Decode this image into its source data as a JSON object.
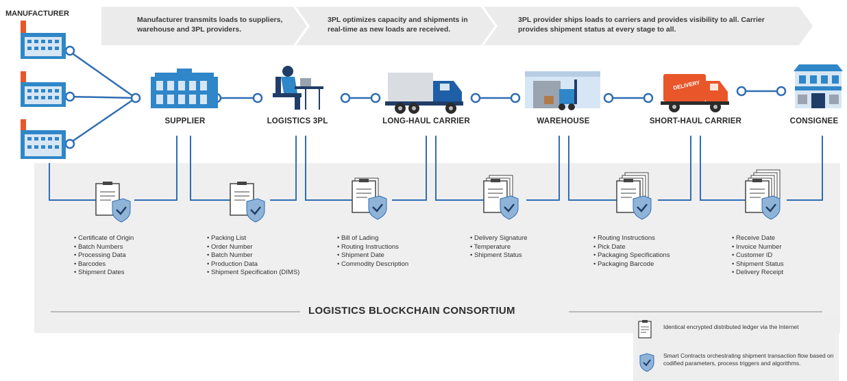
{
  "manufacturer_label": "MANUFACTURER",
  "banners": [
    "Manufacturer transmits loads to suppliers, warehouse and 3PL providers.",
    "3PL optimizes capacity and shipments in real-time as new loads are received.",
    "3PL provider ships loads to carriers and provides visibility to all. Carrier provides shipment status at every stage to all."
  ],
  "nodes": [
    {
      "label": "SUPPLIER",
      "icon": "supplier-building-icon"
    },
    {
      "label": "LOGISTICS 3PL",
      "icon": "logistics-worker-icon"
    },
    {
      "label": "LONG-HAUL CARRIER",
      "icon": "truck-icon"
    },
    {
      "label": "WAREHOUSE",
      "icon": "warehouse-forklift-icon"
    },
    {
      "label": "SHORT-HAUL CARRIER",
      "icon": "delivery-truck-icon"
    },
    {
      "label": "CONSIGNEE",
      "icon": "store-icon"
    }
  ],
  "delivery_text": "DELIVERY",
  "data_lists": [
    [
      "Certificate of Origin",
      "Batch Numbers",
      "Processing Data",
      "Barcodes",
      "Shipment Dates"
    ],
    [
      "Packing List",
      "Order Number",
      "Batch Number",
      "Production Data",
      "Shipment Specification (DIMS)"
    ],
    [
      "Bill of Lading",
      "Routing Instructions",
      "Shipment Date",
      "Commodity Description"
    ],
    [
      "Delivery Signature",
      "Temperature",
      "Shipment Status"
    ],
    [
      "Routing Instructions",
      "Pick Date",
      "Packaging Specifications",
      "Packaging Barcode"
    ],
    [
      "Receive Date",
      "Invoice Number",
      "Customer ID",
      "Shipment Status",
      "Delivery Receipt"
    ]
  ],
  "consortium_title": "LOGISTICS BLOCKCHAIN CONSORTIUM",
  "legend": {
    "ledger": "Identical encrypted distributed ledger via the Internet",
    "contracts": "Smart Contracts orchestrating shipment transaction flow based on codified parameters, process triggers and algorithms."
  },
  "colors": {
    "accent_blue": "#2f86c8",
    "line_blue": "#2f6db3",
    "dark_navy": "#1f3d66",
    "orange": "#e8562a",
    "banner_gray": "#ebebeb",
    "panel_gray": "#efeff0"
  }
}
